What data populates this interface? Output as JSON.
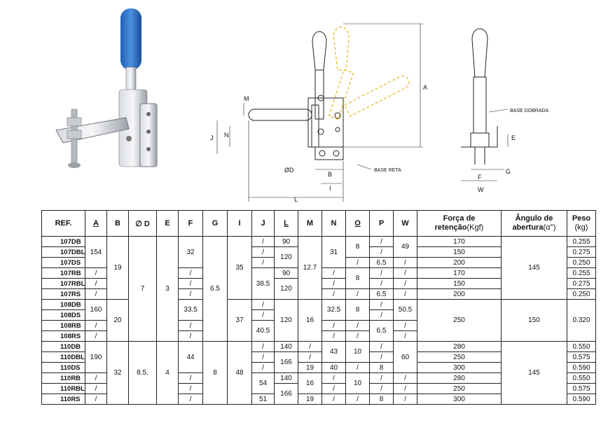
{
  "drawing": {
    "dims": {
      "M": "M",
      "N": "N",
      "J": "J",
      "A": "A",
      "OD": "ØD",
      "B": "B",
      "I": "I",
      "L": "L",
      "E": "E",
      "G": "G",
      "F": "F",
      "W": "W"
    },
    "base_reta": "BASE RETA",
    "base_dobrada": "BASE DOBRADA"
  },
  "table": {
    "headers": {
      "ref": "REF.",
      "a": "A",
      "b": "B",
      "d": "∅ D",
      "e": "E",
      "f": "F",
      "g": "G",
      "i": "I",
      "j": "J",
      "l": "L",
      "m": "M",
      "n": "N",
      "o": "O",
      "p": "P",
      "w": "W",
      "forca_line1": "Força de",
      "forca_line2": "retenção",
      "forca_unit": "(Kgf)",
      "angulo_line1": "Ângulo de",
      "angulo_line2": "abertura",
      "angulo_unit": "(α°)",
      "peso_line1": "Peso",
      "peso_unit": "(kg)"
    },
    "rows": [
      {
        "ref": "107DB",
        "a": "154",
        "b": "19",
        "d": "7",
        "e": "3",
        "f": "32",
        "g": "6.5",
        "i": "35",
        "j": "/",
        "l": "90",
        "m": "12.7",
        "n": "31",
        "o": "8",
        "p": "/",
        "w": "49",
        "forca": "170",
        "angulo": "145",
        "peso": "0.255"
      },
      {
        "ref": "107DBL",
        "j": "/",
        "l": "120",
        "p": "/",
        "forca": "150",
        "peso": "0.275"
      },
      {
        "ref": "107DS",
        "j": "/",
        "o": "/",
        "p": "6.5",
        "w": "/",
        "forca": "200",
        "peso": "0.250"
      },
      {
        "ref": "107RB",
        "a": "/",
        "f": "/",
        "j": "38.5",
        "l": "90",
        "n": "/",
        "o": "8",
        "p": "/",
        "w": "/",
        "forca": "170",
        "peso": "0.255"
      },
      {
        "ref": "107RBL",
        "a": "/",
        "f": "/",
        "l": "120",
        "n": "/",
        "p": "/",
        "w": "/",
        "forca": "150",
        "peso": "0.275"
      },
      {
        "ref": "107RS",
        "a": "/",
        "f": "/",
        "n": "/",
        "o": "/",
        "p": "6.5",
        "w": "/",
        "forca": "200",
        "peso": "0.250"
      },
      {
        "ref": "108DB",
        "a": "160",
        "b": "20",
        "f": "33.5",
        "i": "37",
        "j": "/",
        "l": "120",
        "m": "16",
        "n": "32.5",
        "o": "8",
        "p": "/",
        "w": "50.5",
        "forca": "250",
        "angulo": "150",
        "peso": "0.320"
      },
      {
        "ref": "108DS",
        "j": "/",
        "p": "/"
      },
      {
        "ref": "108RB",
        "a": "/",
        "f": "/",
        "j": "40.5",
        "n": "/",
        "o": "/",
        "p": "6.5",
        "w": "/"
      },
      {
        "ref": "108RS",
        "a": "/",
        "f": "/",
        "n": "/",
        "o": "/",
        "w": "/"
      },
      {
        "ref": "110DB",
        "a": "190",
        "b": "32",
        "d": "8.5.",
        "e": "4",
        "f": "44",
        "g": "8",
        "i": "48",
        "j": "/",
        "l": "140",
        "m": "/",
        "n": "43",
        "o": "10",
        "p": "/",
        "w": "60",
        "forca": "280",
        "angulo": "145",
        "peso": "0.550"
      },
      {
        "ref": "110DBL",
        "j": "/",
        "l": "166",
        "m": "/",
        "p": "/",
        "forca": "250",
        "peso": "0.575"
      },
      {
        "ref": "110DS",
        "j": "/",
        "m": "19",
        "n": "40",
        "o": "/",
        "p": "8",
        "forca": "300",
        "peso": "0.590"
      },
      {
        "ref": "110RB",
        "a": "/",
        "f": "/",
        "j": "54",
        "l": "140",
        "m": "16",
        "n": "/",
        "o": "10",
        "p": "/",
        "w": "/",
        "forca": "280",
        "peso": "0.550"
      },
      {
        "ref": "110RBL",
        "a": "/",
        "f": "/",
        "l": "166",
        "m": "/",
        "n": "/",
        "p": "/",
        "w": "/",
        "forca": "250",
        "peso": "0.575"
      },
      {
        "ref": "110RS",
        "a": "/",
        "f": "/",
        "j": "51",
        "m": "19",
        "n": "/",
        "o": "/",
        "p": "8",
        "w": "/",
        "forca": "300",
        "peso": "0.590"
      }
    ]
  }
}
